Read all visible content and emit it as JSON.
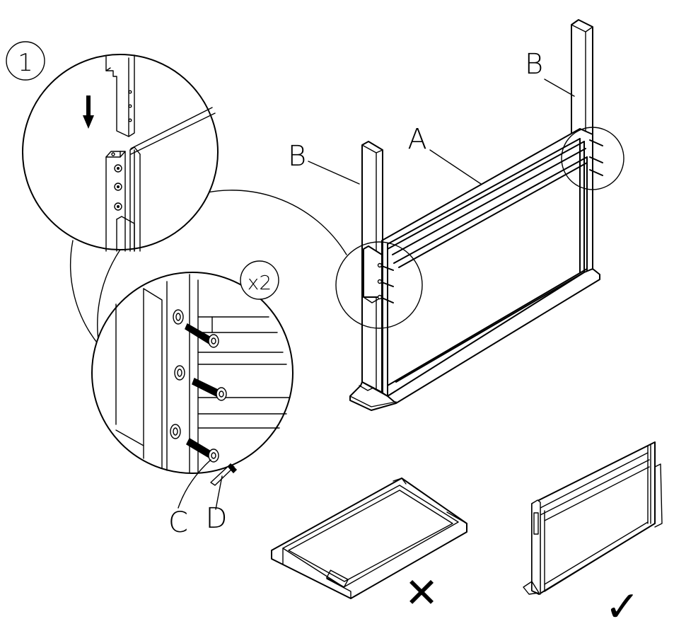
{
  "step": {
    "number": "1"
  },
  "callouts": {
    "multiplier": "x2"
  },
  "parts": {
    "A": "A",
    "B_left": "B",
    "B_right": "B",
    "C": "C",
    "D": "D"
  },
  "orientation": {
    "wrong_mark": "✕",
    "correct_mark": "✓"
  }
}
